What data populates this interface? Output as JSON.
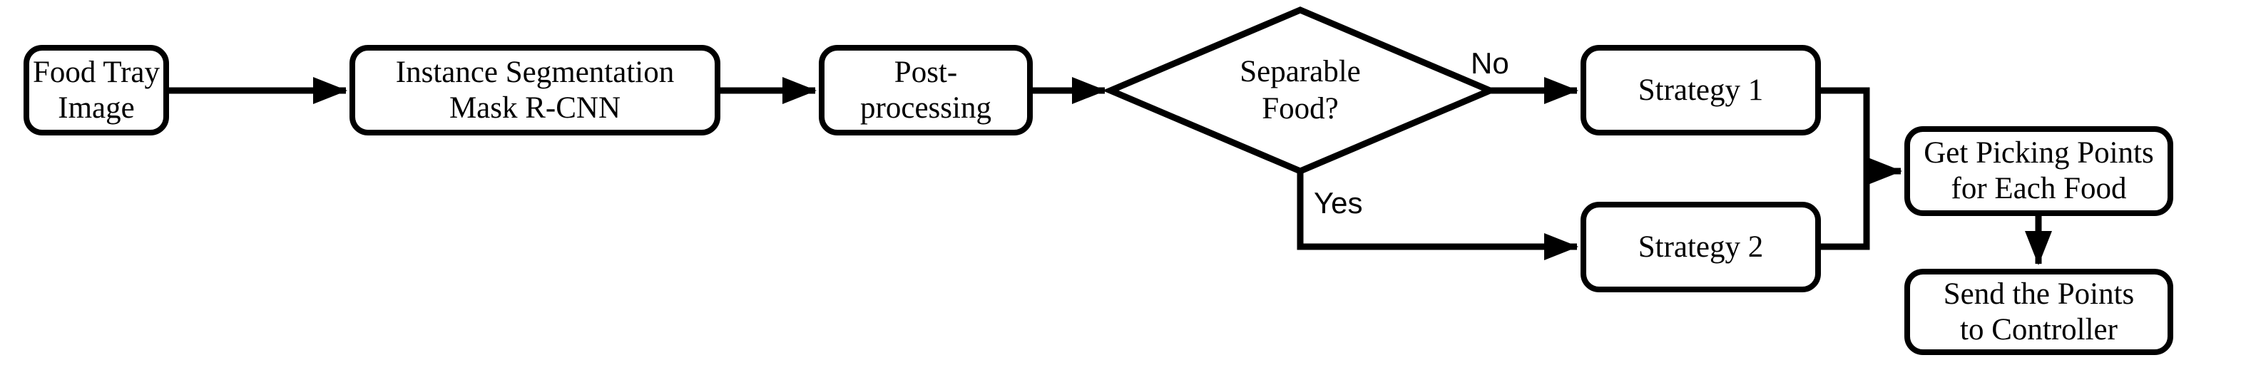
{
  "canvas": {
    "background": "#ffffff",
    "stroke_color": "#000000"
  },
  "nodes": {
    "food_tray": {
      "lines": [
        "Food Tray",
        "Image"
      ]
    },
    "instance_segmentation": {
      "lines": [
        "Instance Segmentation",
        "Mask R-CNN"
      ]
    },
    "post_processing": {
      "lines": [
        "Post-",
        "processing"
      ]
    },
    "separable_food": {
      "lines": [
        "Separable",
        "Food?"
      ]
    },
    "strategy_1": {
      "lines": [
        "Strategy 1"
      ]
    },
    "strategy_2": {
      "lines": [
        "Strategy 2"
      ]
    },
    "get_picking_points": {
      "lines": [
        "Get Picking Points",
        "for Each Food"
      ]
    },
    "send_points": {
      "lines": [
        "Send the Points",
        "to Controller"
      ]
    }
  },
  "edge_labels": {
    "no": "No",
    "yes": "Yes"
  }
}
